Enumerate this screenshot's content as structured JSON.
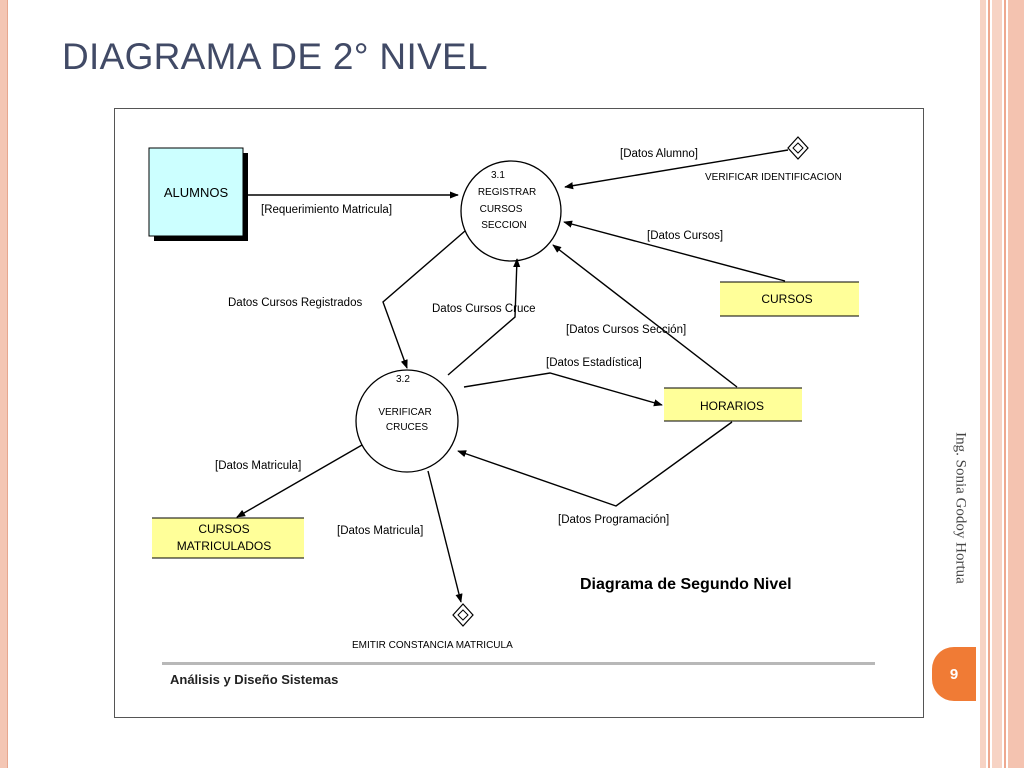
{
  "slide": {
    "title": "DIAGRAMA DE 2° NIVEL",
    "author_vertical": "Ing. Sonia Godoy Hortua",
    "page_number": "9"
  },
  "diagram": {
    "caption": "Diagrama de Segundo Nivel",
    "footer": "Análisis y Diseño Sistemas",
    "processes": [
      {
        "number": "3.1",
        "lines": [
          "REGISTRAR",
          "CURSOS",
          "SECCION"
        ]
      },
      {
        "number": "3.2",
        "lines": [
          "VERIFICAR",
          "CRUCES"
        ]
      }
    ],
    "entities": {
      "alumnos": "ALUMNOS",
      "cursos": "CURSOS",
      "horarios": "HORARIOS",
      "cursos_matriculados": [
        "CURSOS",
        "MATRICULADOS"
      ]
    },
    "connectors": {
      "verificar_identificacion": "VERIFICAR IDENTIFICACION",
      "emitir_constancia": "EMITIR CONSTANCIA MATRICULA"
    },
    "flows": {
      "requerimiento_matricula": "[Requerimiento Matricula]",
      "datos_alumno": "[Datos Alumno]",
      "datos_cursos": "[Datos Cursos]",
      "datos_cursos_registrados": "Datos Cursos Registrados",
      "datos_cursos_cruce": "Datos Cursos Cruce",
      "datos_cursos_seccion": "[Datos Cursos Sección]",
      "datos_estadistica": "[Datos Estadística]",
      "datos_matricula_left": "[Datos Matricula]",
      "datos_matricula_down": "[Datos Matricula]",
      "datos_programacion": "[Datos Programación]"
    },
    "colors": {
      "entity_fill": "#ffff99",
      "alumnos_fill": "#ccffff",
      "shadow": "#000000",
      "accent_orange": "#f07b35"
    }
  }
}
